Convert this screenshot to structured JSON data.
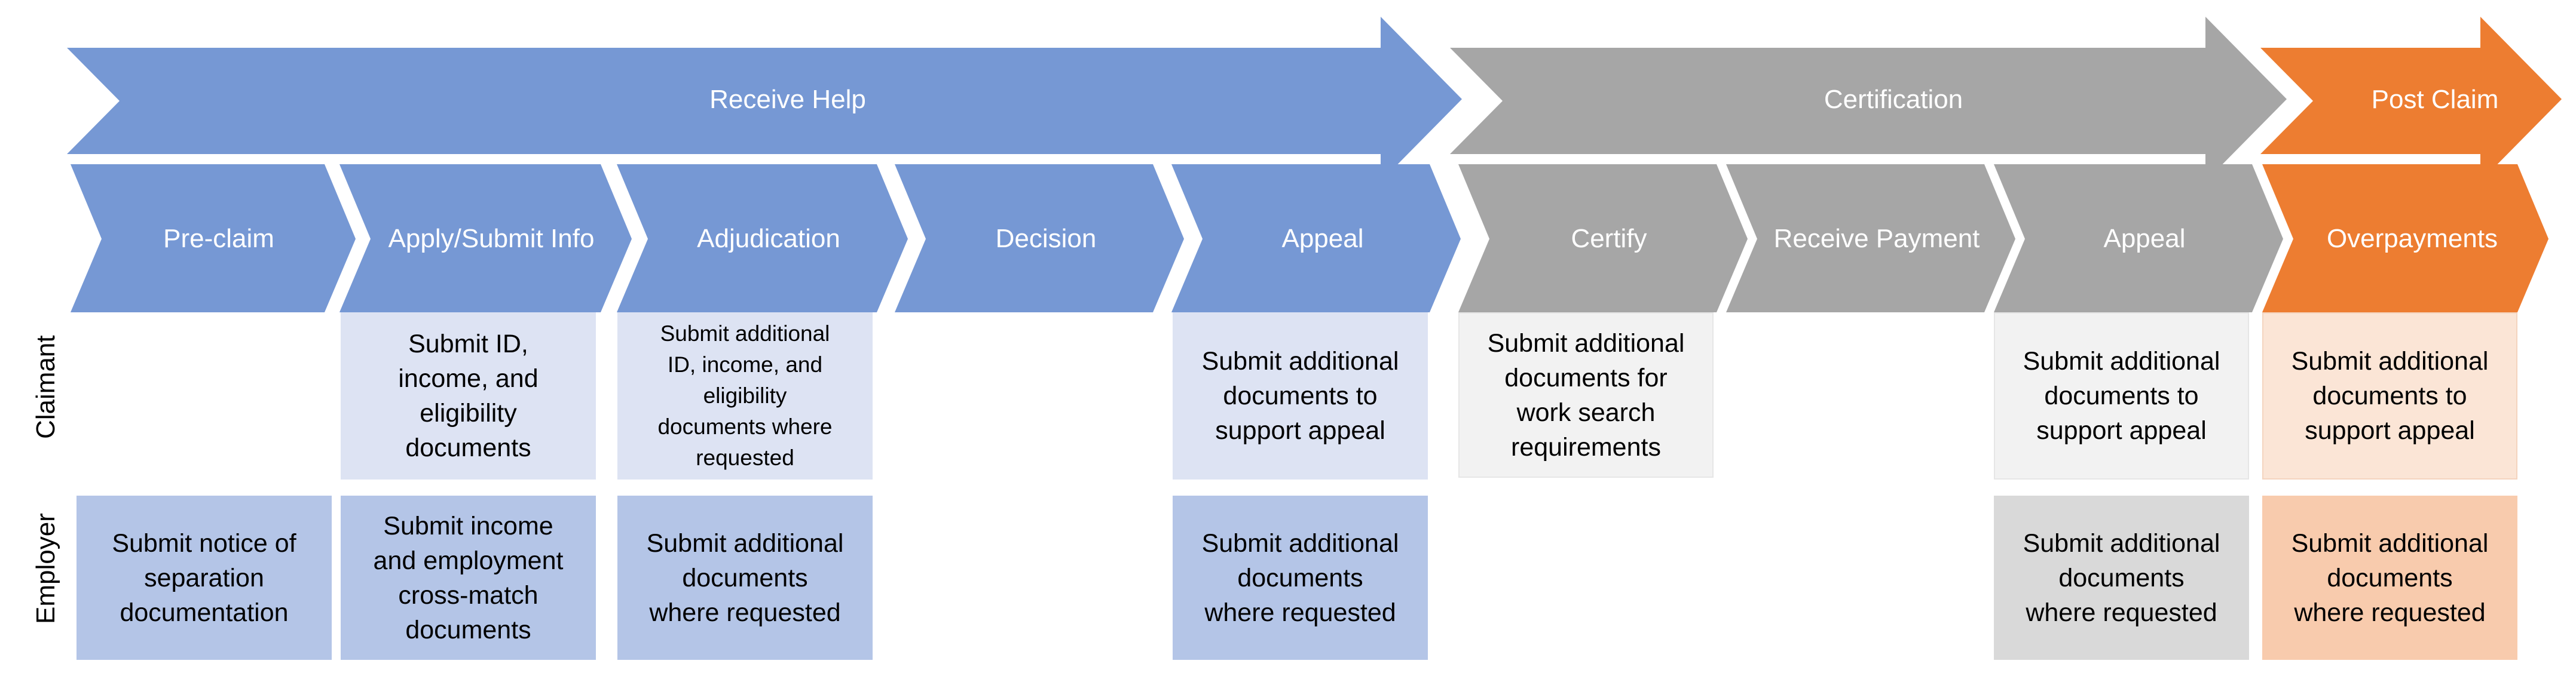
{
  "colors": {
    "blue": "#7698d4",
    "gray": "#a6a6a6",
    "orange": "#ed7d31",
    "blue_light": "#dde3f3",
    "blue_mid": "#b4c5e7",
    "gray_light": "#f2f2f2",
    "gray_mid": "#d9d9d9",
    "orange_light": "#fbe5d6",
    "orange_mid": "#f8cbad"
  },
  "phases": [
    "Receive Help",
    "Certification",
    "Post Claim"
  ],
  "steps": [
    "Pre-claim",
    "Apply/Submit Info",
    "Adjudication",
    "Decision",
    "Appeal",
    "Certify",
    "Receive Payment",
    "Appeal",
    "Overpayments"
  ],
  "rows": {
    "claimant": "Claimant",
    "employer": "Employer"
  },
  "claimant_boxes": [
    "Submit ID,\nincome, and\neligibility\ndocuments",
    "Submit additional\nID, income, and\neligibility\ndocuments where\nrequested",
    "Submit additional\ndocuments to\nsupport appeal",
    "Submit additional\ndocuments for\nwork search\nrequirements",
    "Submit additional\ndocuments to\nsupport appeal",
    "Submit additional\ndocuments to\nsupport appeal"
  ],
  "employer_boxes": [
    "Submit notice of\nseparation\ndocumentation",
    "Submit  income\nand employment\ncross-match\ndocuments",
    "Submit additional\ndocuments\nwhere requested",
    "Submit additional\ndocuments\nwhere requested",
    "Submit additional\ndocuments\nwhere requested",
    "Submit additional\ndocuments\nwhere requested"
  ]
}
